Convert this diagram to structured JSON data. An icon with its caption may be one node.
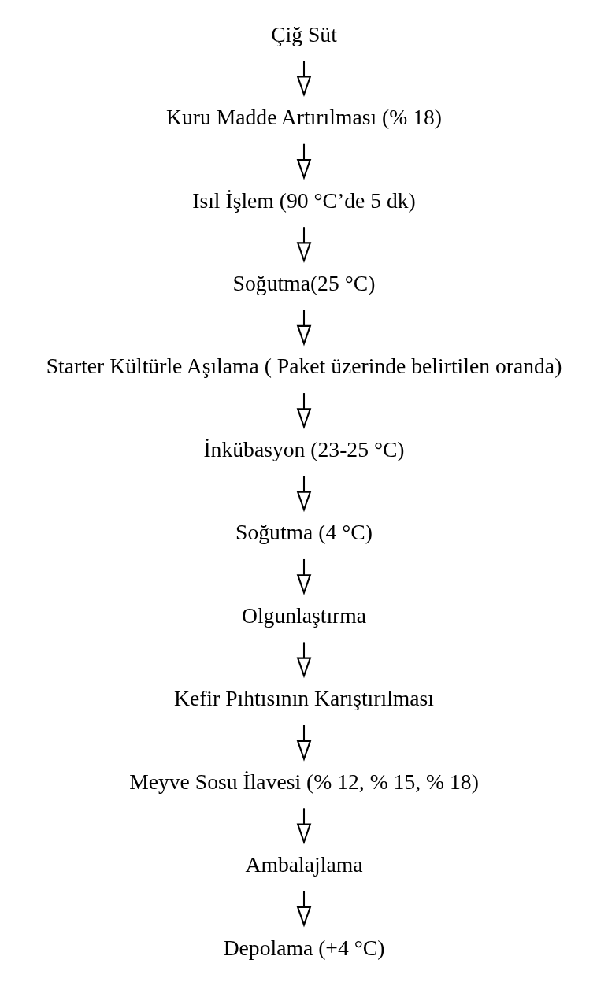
{
  "diagram": {
    "nodes": [
      {
        "text": [
          "Çiğ Süt"
        ]
      },
      {
        "text": [
          "Kuru Madde Artırılması (% 18)"
        ]
      },
      {
        "text": [
          "Isıl İşlem (90 °C’de 5 dk)"
        ]
      },
      {
        "text": [
          "Soğutma(25 °C)"
        ]
      },
      {
        "text": [
          "Starter Kültürle Aşılama ( Paket üzerinde belirtilen oranda)"
        ]
      },
      {
        "text": [
          "İnkübasyon (23-25 °C)"
        ]
      },
      {
        "text": [
          "Soğutma (4 °C)"
        ]
      },
      {
        "text": [
          "Olgunlaştırma"
        ]
      },
      {
        "text": [
          "Kefir Pıhtısının Karıştırılması"
        ]
      },
      {
        "text": [
          "Meyve Sosu İlavesi (% 12, % 15, % 18)"
        ]
      },
      {
        "text": [
          "Ambalajlama"
        ]
      },
      {
        "text": [
          "Depolama (+4 °C)"
        ]
      }
    ],
    "edges": [
      {
        "from": 0,
        "to": 1,
        "arrow": "to"
      },
      {
        "from": 1,
        "to": 2,
        "arrow": "to"
      },
      {
        "from": 2,
        "to": 3,
        "arrow": "to"
      },
      {
        "from": 3,
        "to": 4,
        "arrow": "to"
      },
      {
        "from": 4,
        "to": 5,
        "arrow": "to"
      },
      {
        "from": 5,
        "to": 6,
        "arrow": "to"
      },
      {
        "from": 6,
        "to": 7,
        "arrow": "to"
      },
      {
        "from": 7,
        "to": 8,
        "arrow": "to"
      },
      {
        "from": 8,
        "to": 9,
        "arrow": "to"
      },
      {
        "from": 9,
        "to": 10,
        "arrow": "to"
      },
      {
        "from": 10,
        "to": 11,
        "arrow": "to"
      }
    ]
  }
}
